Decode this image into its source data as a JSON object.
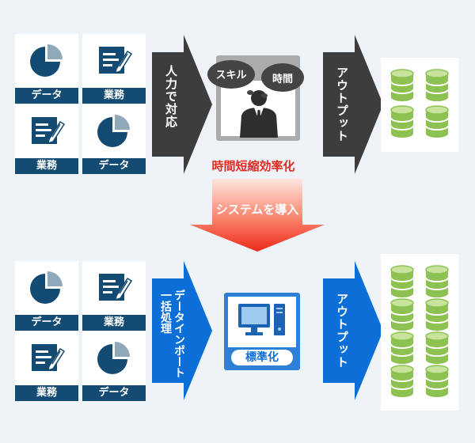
{
  "cards": {
    "data_label": "データ",
    "business_label": "業務"
  },
  "top": {
    "arrow1_text": "人力で対応",
    "bubble_skill": "スキル",
    "bubble_time": "時間",
    "arrow2_text": "アウトプット",
    "efficiency_text": "時間短縮効率化"
  },
  "transition": {
    "text": "システムを導入"
  },
  "bottom": {
    "arrow1_text_line1": "データインポート",
    "arrow1_text_line2": "一括処理",
    "standardize_label": "標準化",
    "arrow2_text": "アウトプット"
  },
  "colors": {
    "dark_blue": "#134b72",
    "arrow_dark": "#3d3d3d",
    "arrow_blue": "#0c6fd8",
    "green": "#8dc152",
    "red_text": "#e52a1e"
  }
}
